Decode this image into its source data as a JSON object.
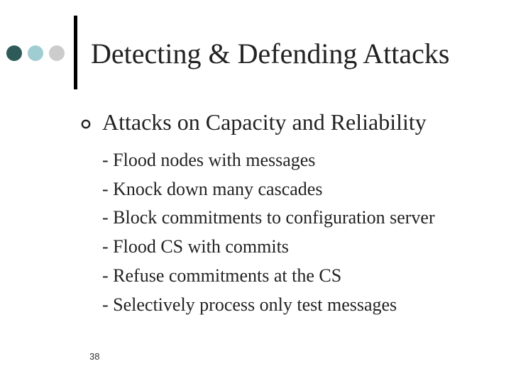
{
  "slide": {
    "title": "Detecting & Defending Attacks",
    "bullet": {
      "icon": "circle-bullet-icon",
      "text": "Attacks on Capacity and Reliability"
    },
    "sub_items": [
      "- Flood nodes with messages",
      "- Knock down many cascades",
      "- Block commitments to configuration server",
      "- Flood CS with commits",
      "- Refuse commitments at the CS",
      "- Selectively process only test messages"
    ],
    "slide_number": "38"
  },
  "colors": {
    "dot_dark": "#2e5a5a",
    "dot_light": "#9fcdd1",
    "dot_gray": "#cccccc",
    "divider": "#000000",
    "text": "#222222"
  }
}
